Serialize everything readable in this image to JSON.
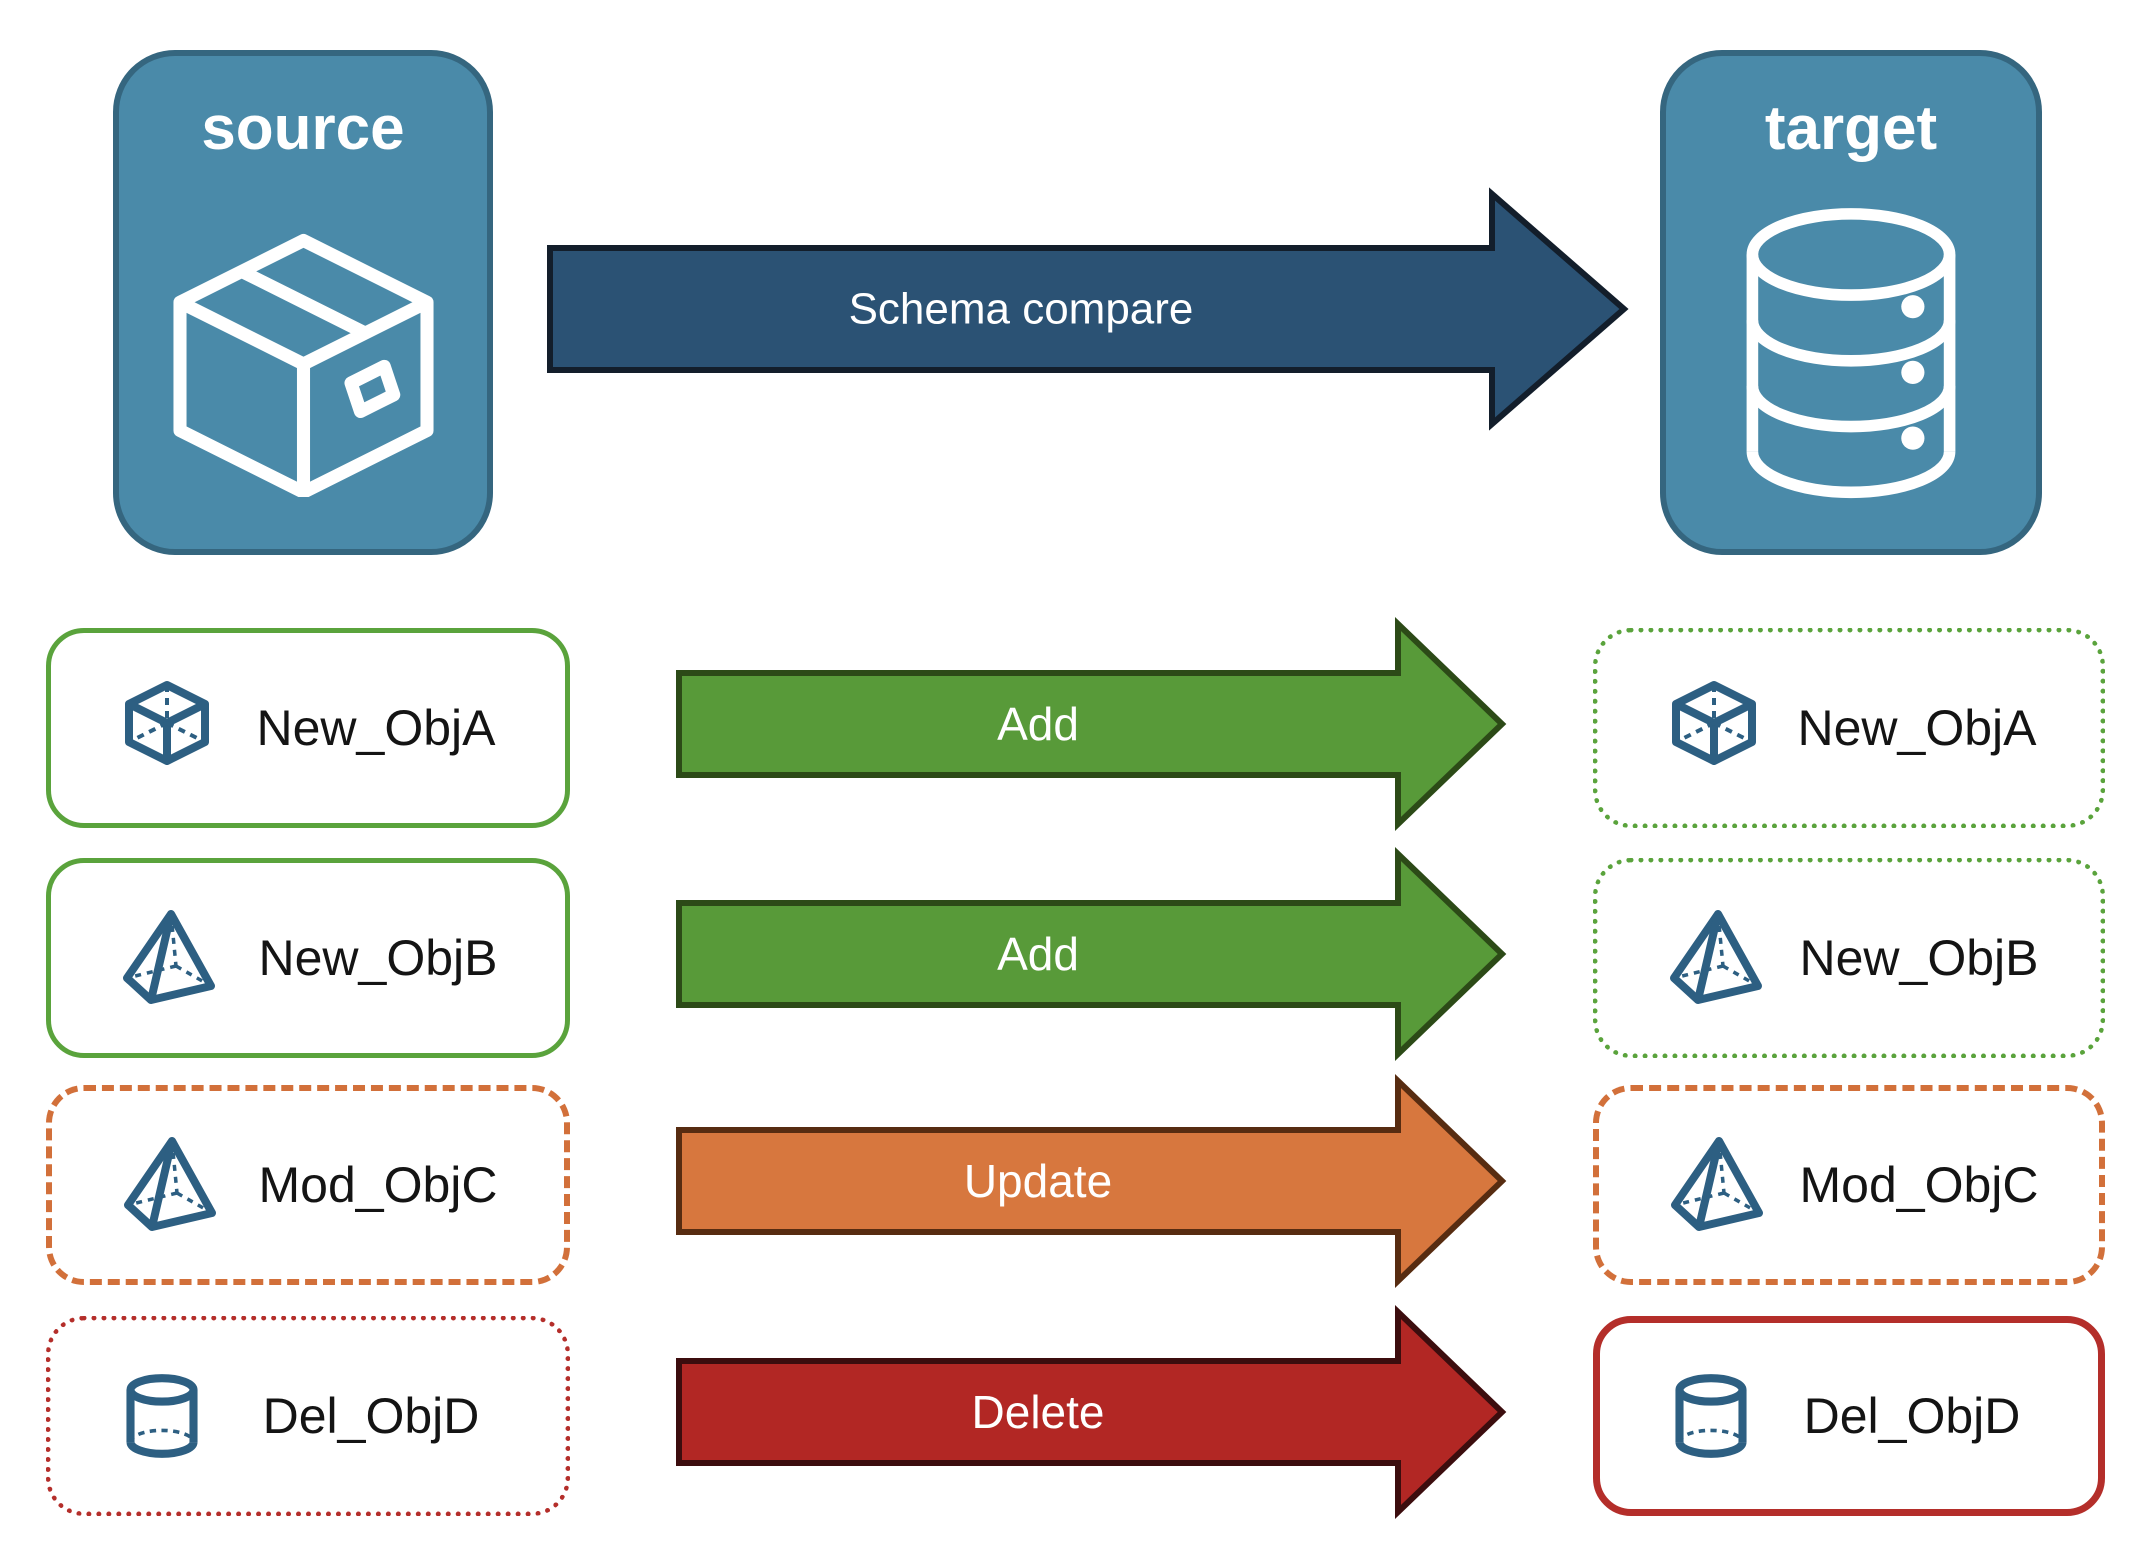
{
  "source_node": {
    "label": "source",
    "icon": "package-icon"
  },
  "target_node": {
    "label": "target",
    "icon": "database-icon"
  },
  "compare_arrow": {
    "label": "Schema compare",
    "fill": "#2b5274",
    "outline": "#131e2b"
  },
  "rows": [
    {
      "source_label": "New_ObjA",
      "target_label": "New_ObjA",
      "icon": "cube-icon",
      "action": "Add",
      "action_fill": "#589a39",
      "action_outline": "#2c4a17",
      "source_border_style": "solid green",
      "target_border_style": "dotted green"
    },
    {
      "source_label": "New_ObjB",
      "target_label": "New_ObjB",
      "icon": "pyramid-icon",
      "action": "Add",
      "action_fill": "#589a39",
      "action_outline": "#2c4a17",
      "source_border_style": "solid green",
      "target_border_style": "dotted green"
    },
    {
      "source_label": "Mod_ObjC",
      "target_label": "Mod_ObjC",
      "icon": "pyramid-icon",
      "action": "Update",
      "action_fill": "#d7773e",
      "action_outline": "#572c11",
      "source_border_style": "dashed orange",
      "target_border_style": "dashed orange"
    },
    {
      "source_label": "Del_ObjD",
      "target_label": "Del_ObjD",
      "icon": "cylinder-icon",
      "action": "Delete",
      "action_fill": "#b22724",
      "action_outline": "#3c0d0e",
      "source_border_style": "dotted red",
      "target_border_style": "solid red"
    }
  ],
  "colors": {
    "node_fill": "#4a8aa9",
    "node_border": "#35667f",
    "icon_stroke": "#2d5f82",
    "green_border": "#5aa33c",
    "orange_border": "#d2703a",
    "red_border": "#b42e2a",
    "label_text": "#141414",
    "arrow_text": "#ffffff"
  }
}
